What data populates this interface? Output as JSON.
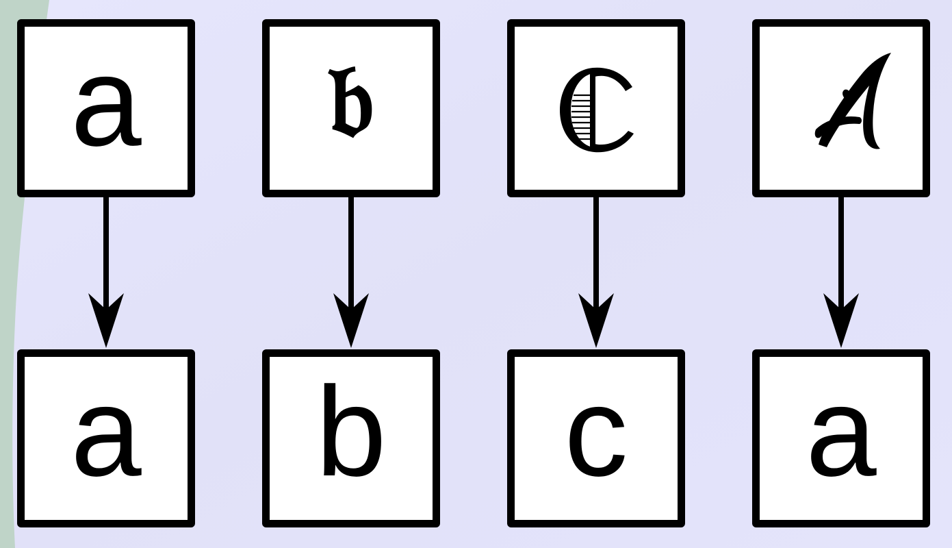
{
  "diagram": {
    "columns": [
      {
        "top_glyph": "a",
        "top_style": "plain",
        "bottom_glyph": "a"
      },
      {
        "top_glyph": "𝔟",
        "top_style": "blackletter",
        "bottom_glyph": "b"
      },
      {
        "top_glyph": "c",
        "top_style": "decorative",
        "bottom_glyph": "c"
      },
      {
        "top_glyph": "A",
        "top_style": "script",
        "bottom_glyph": "a"
      }
    ]
  },
  "colors": {
    "background": "#e3e3fb",
    "box_fill": "#ffffff",
    "stroke": "#000000",
    "left_edge": "#bfd4c8"
  }
}
